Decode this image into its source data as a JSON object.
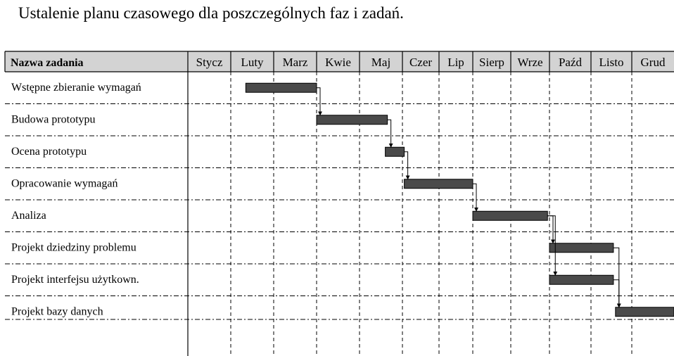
{
  "page": {
    "heading": "Ustalenie planu czasowego dla poszczególnych faz i zadań."
  },
  "chart_data": {
    "type": "gantt",
    "title": "Ustalenie planu czasowego dla poszczególnych faz i zadań.",
    "task_column_header": "Nazwa zadania",
    "months": [
      "Stycz",
      "Luty",
      "Marz",
      "Kwie",
      "Maj",
      "Czer",
      "Lip",
      "Sierp",
      "Wrze",
      "Paźd",
      "Listo",
      "Grud"
    ],
    "tasks": [
      {
        "name": "Wstępne zbieranie wymagań",
        "start": 1.35,
        "end": 3.0
      },
      {
        "name": "Budowa prototypu",
        "start": 3.0,
        "end": 4.65
      },
      {
        "name": "Ocena prototypu",
        "start": 4.6,
        "end": 5.05
      },
      {
        "name": "Opracowanie wymagań",
        "start": 5.05,
        "end": 7.0
      },
      {
        "name": "Analiza",
        "start": 7.0,
        "end": 8.95
      },
      {
        "name": "Projekt dziedziny problemu",
        "start": 9.0,
        "end": 10.55
      },
      {
        "name": "Projekt interfejsu użytkown.",
        "start": 9.0,
        "end": 10.55
      },
      {
        "name": "Projekt bazy danych",
        "start": 10.6,
        "end": 12.0
      }
    ],
    "dependencies": [
      {
        "from": 0,
        "to": 1
      },
      {
        "from": 1,
        "to": 2
      },
      {
        "from": 2,
        "to": 3
      },
      {
        "from": 3,
        "to": 4
      },
      {
        "from": 4,
        "to": 5
      },
      {
        "from": 4,
        "to": 6
      },
      {
        "from": 5,
        "to": 7
      },
      {
        "from": 6,
        "to": 7
      }
    ],
    "colors": {
      "bar": "#4a4a4a",
      "header_bg": "#d3d3d3",
      "grid": "#000000"
    }
  }
}
